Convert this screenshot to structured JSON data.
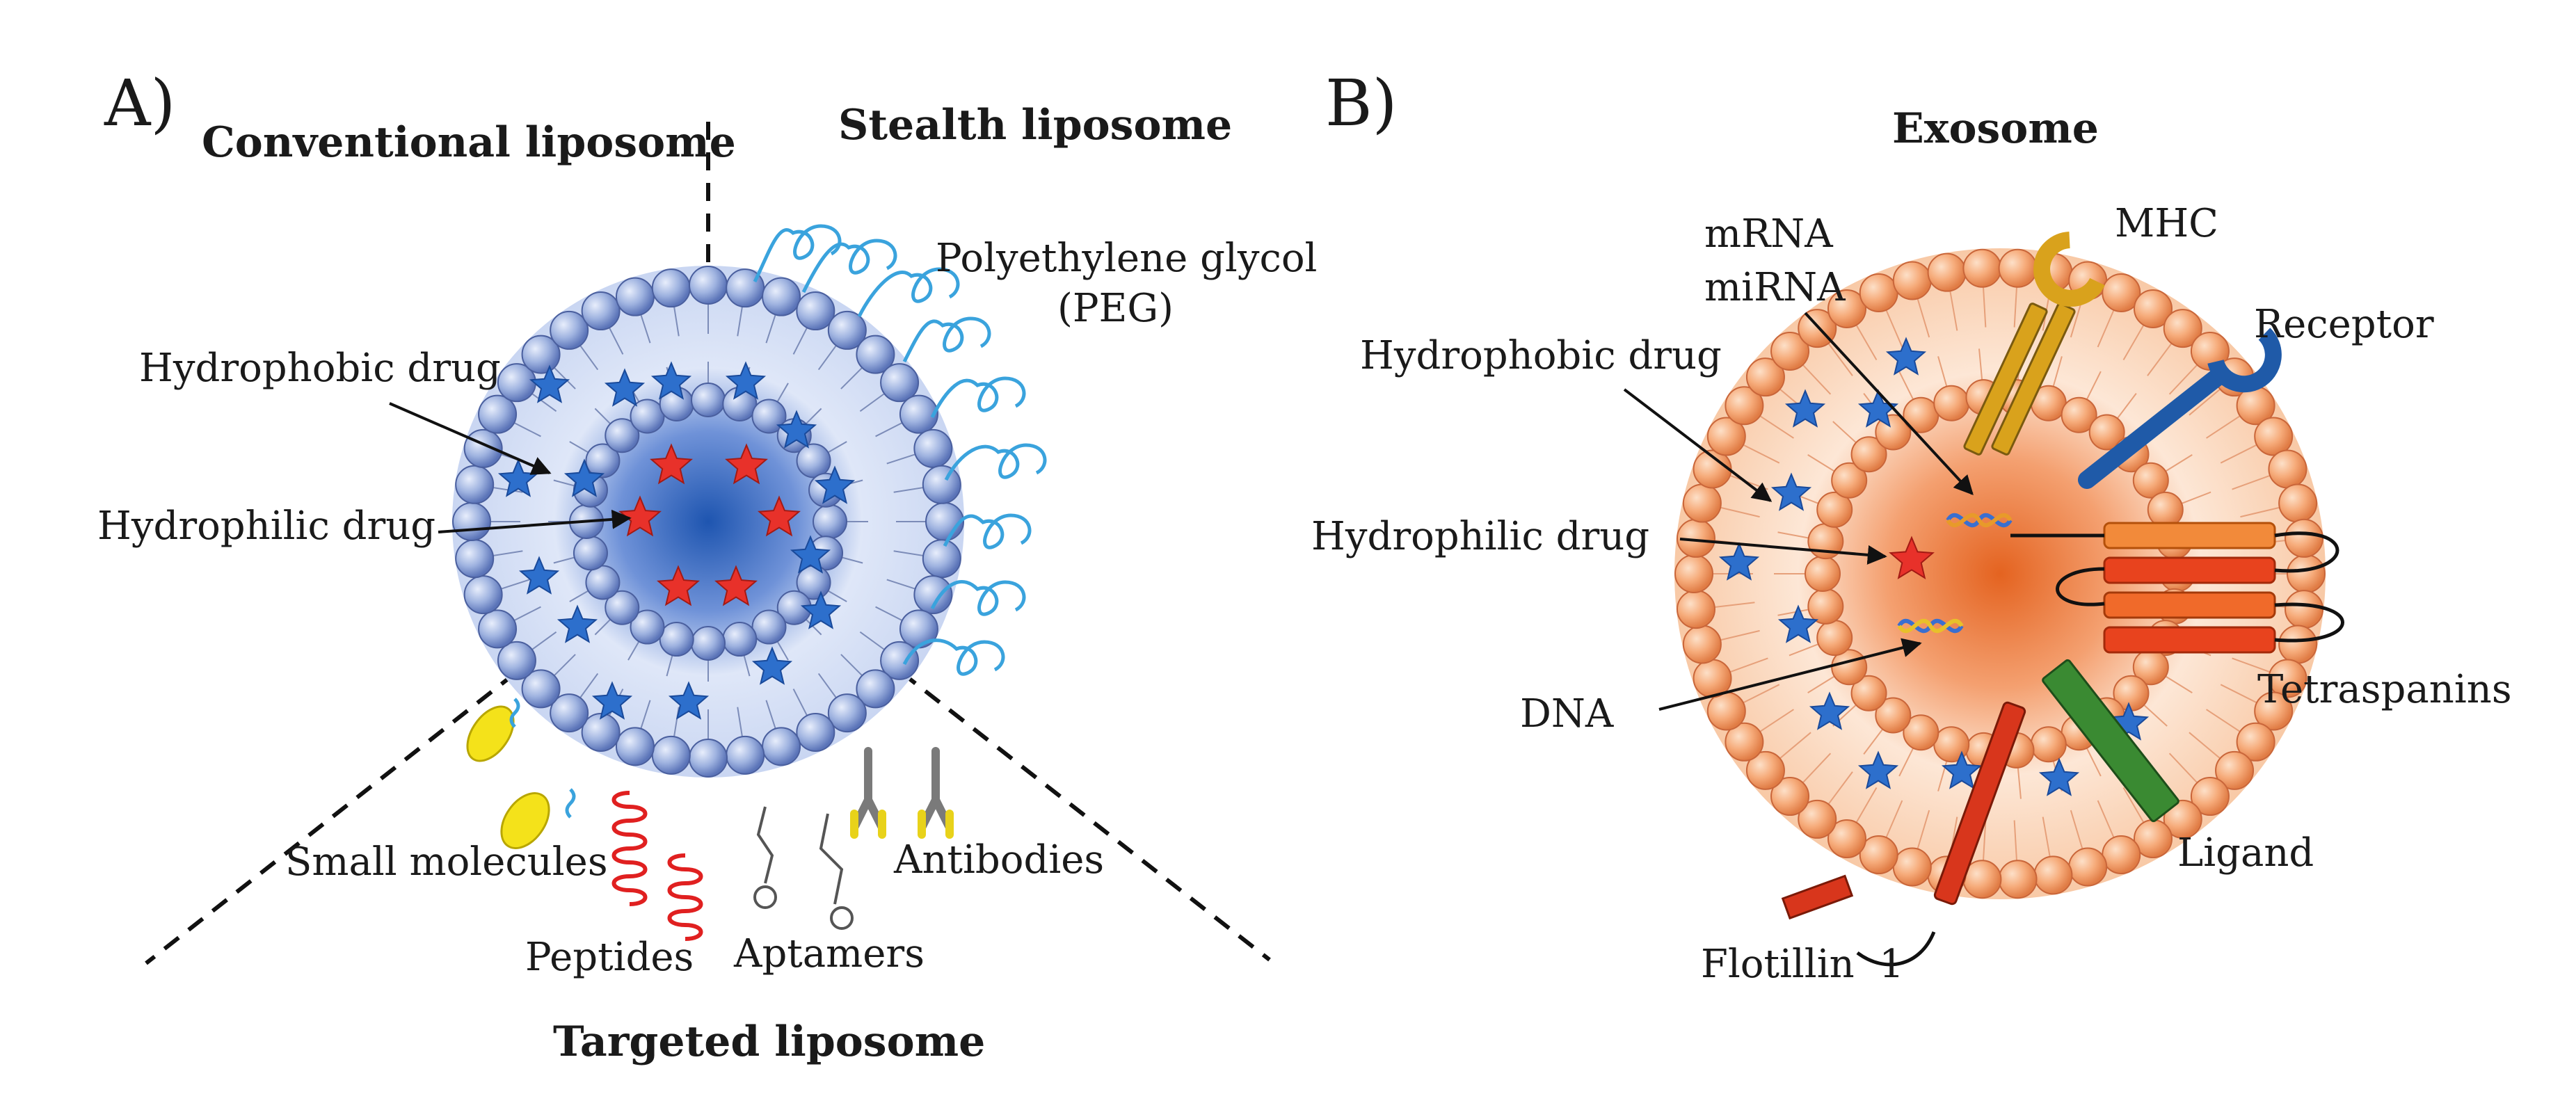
{
  "panel_a": {
    "letter": "A)",
    "sections": {
      "conventional": "Conventional liposome",
      "stealth": "Stealth liposome",
      "targeted": "Targeted liposome"
    },
    "labels": {
      "hydrophobic": "Hydrophobic drug",
      "hydrophilic": "Hydrophilic drug",
      "peg_line1": "Polyethylene glycol",
      "peg_line2": "(PEG)",
      "small_molecules": "Small molecules",
      "peptides": "Peptides",
      "aptamers": "Aptamers",
      "antibodies": "Antibodies"
    }
  },
  "panel_b": {
    "letter": "B)",
    "title": "Exosome",
    "labels": {
      "mrna": "mRNA",
      "mirna": "miRNA",
      "mhc": "MHC",
      "receptor": "Receptor",
      "hydrophobic": "Hydrophobic drug",
      "hydrophilic": "Hydrophilic drug",
      "dna": "DNA",
      "tetraspanins": "Tetraspanins",
      "ligand": "Ligand",
      "flotillin": "Flotillin  1"
    }
  },
  "colors": {
    "liposome_blue": "#8fa6dc",
    "liposome_core": "#2f63b6",
    "exosome_orange": "#f2a46e",
    "exosome_core": "#e8743a",
    "drug_star_blue": "#2d6fcc",
    "drug_star_red": "#e8312a",
    "peg_cyan": "#3aa3dd",
    "peptide_red": "#e02020",
    "small_molecule_yellow": "#f4e21a",
    "mhc_gold": "#d9a21c",
    "receptor_blue": "#1f5aa8",
    "tetraspanin_red": "#e8501e",
    "ligand_green": "#3a8a32",
    "flotillin_red": "#d8361c"
  }
}
